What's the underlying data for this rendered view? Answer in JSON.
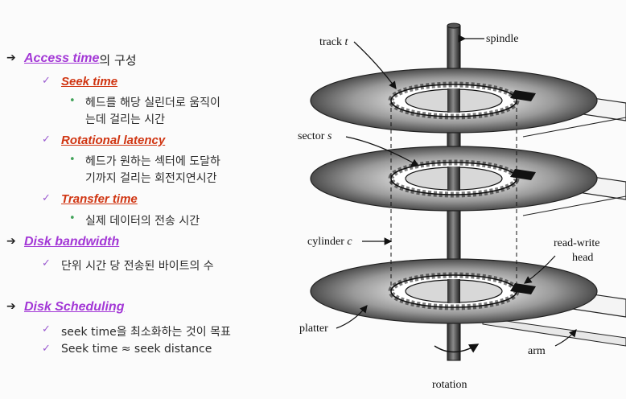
{
  "outline": {
    "access_time": {
      "title": "Access time",
      "title_suffix": "의 구성",
      "seek_time": {
        "title": "Seek time",
        "desc_line1": "헤드를 해당 실린더로 움직이",
        "desc_line2": "는데 걸리는 시간"
      },
      "rotational_latency": {
        "title": "Rotational latency",
        "desc_line1": "헤드가 원하는 섹터에 도달하",
        "desc_line2": "기까지 걸리는 회전지연시간"
      },
      "transfer_time": {
        "title": "Transfer time",
        "desc": "실제 데이터의 전송 시간"
      }
    },
    "disk_bandwidth": {
      "title": "Disk bandwidth",
      "desc": "단위 시간 당 전송된 바이트의 수"
    },
    "disk_scheduling": {
      "title": "Disk Scheduling",
      "item1": "seek time을 최소화하는 것이 목표",
      "item2": "Seek time ≈ seek distance"
    }
  },
  "diagram": {
    "labels": {
      "track": "track",
      "track_var": "t",
      "spindle": "spindle",
      "sector": "sector",
      "sector_var": "s",
      "cylinder": "cylinder",
      "cylinder_var": "c",
      "read_write_line1": "read-write",
      "read_write_line2": "head",
      "platter": "platter",
      "arm": "arm",
      "rotation": "rotation"
    }
  },
  "icons": {
    "level1": "arrow-bullet-icon",
    "level2": "check-bullet-icon",
    "level3": "dot-bullet-icon"
  },
  "colors": {
    "level1_heading": "#a338d6",
    "level2_heading": "#d03512",
    "check_mark": "#9b5bd0",
    "dot_mark": "#42a35a"
  }
}
